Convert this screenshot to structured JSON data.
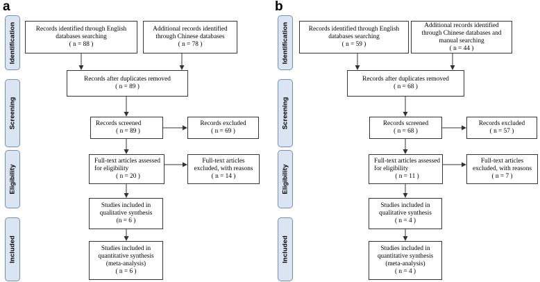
{
  "phases": {
    "identification": "Identification",
    "screening": "Screening",
    "eligibility": "Eligibility",
    "included": "Included"
  },
  "panel_a": {
    "letter": "a",
    "english_records": {
      "text": "Records identified through English databases searching",
      "count": "( n = 88 )"
    },
    "chinese_records": {
      "text": "Additional records identified through Chinese databases",
      "count": "( n = 78 )"
    },
    "after_duplicates": {
      "text": "Records after duplicates removed",
      "count": "( n = 89 )"
    },
    "screened": {
      "text": "Records screened",
      "count": "( n = 89 )"
    },
    "excluded": {
      "text": "Records excluded",
      "count": "( n = 69 )"
    },
    "fulltext_assessed": {
      "text": "Full-text articles assessed for eligibility",
      "count": "( n = 20 )"
    },
    "fulltext_excluded": {
      "text": "Full-text articles excluded, with reasons",
      "count": "( n = 14 )"
    },
    "qualitative": {
      "text": "Studies included in qualitative synthesis",
      "count": "(n = 6 )"
    },
    "quantitative": {
      "text": "Studies included in quantitative synthesis (meta-analysis)",
      "count": "( n = 6 )"
    }
  },
  "panel_b": {
    "letter": "b",
    "english_records": {
      "text": "Records identified through English databases searching",
      "count": "( n = 59 )"
    },
    "chinese_records": {
      "text": "Additional records identified through Chinese databases and manual searching",
      "count": "( n = 44 )"
    },
    "after_duplicates": {
      "text": "Records after duplicates removed",
      "count": "( n = 68 )"
    },
    "screened": {
      "text": "Records screened",
      "count": "( n = 68 )"
    },
    "excluded": {
      "text": "Records excluded",
      "count": "( n = 57 )"
    },
    "fulltext_assessed": {
      "text": "Full-text articles assessed for eligibility",
      "count": "( n = 11 )"
    },
    "fulltext_excluded": {
      "text": "Full-text articles excluded, with reasons",
      "count": "( n = 7 )"
    },
    "qualitative": {
      "text": "Studies included in qualitative synthesis",
      "count": "( n = 4 )"
    },
    "quantitative": {
      "text": "Studies included in quantitative synthesis (meta-analysis)",
      "count": "( n = 4 )"
    }
  },
  "colors": {
    "phase_fill": "#dbe5f2",
    "phase_border": "#6f8fb8",
    "line": "#333333"
  }
}
